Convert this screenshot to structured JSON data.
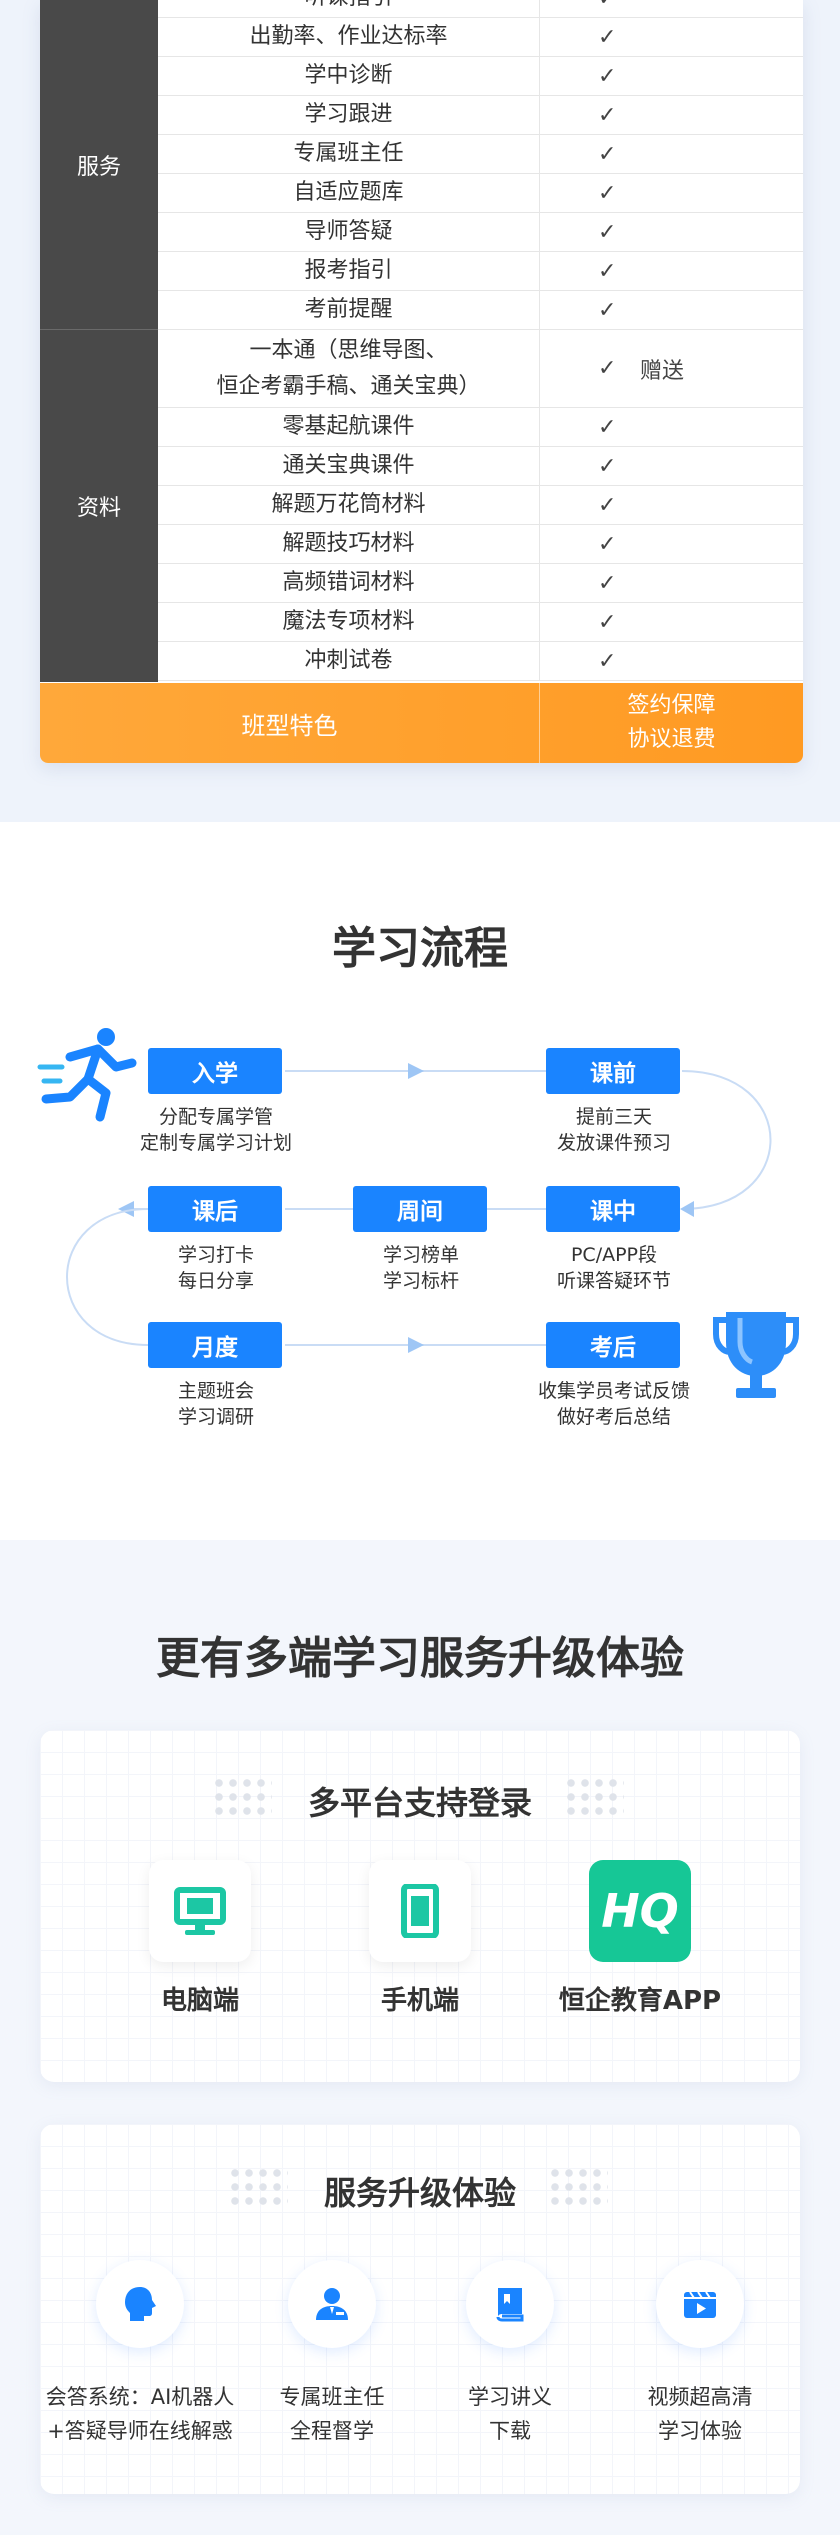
{
  "table": {
    "groups": {
      "service": "服务",
      "material": "资料"
    },
    "rows": [
      {
        "name": "听课指引",
        "check": "✓",
        "extra": ""
      },
      {
        "name": "出勤率、作业达标率",
        "check": "✓",
        "extra": ""
      },
      {
        "name": "学中诊断",
        "check": "✓",
        "extra": ""
      },
      {
        "name": "学习跟进",
        "check": "✓",
        "extra": ""
      },
      {
        "name": "专属班主任",
        "check": "✓",
        "extra": ""
      },
      {
        "name": "自适应题库",
        "check": "✓",
        "extra": ""
      },
      {
        "name": "导师答疑",
        "check": "✓",
        "extra": ""
      },
      {
        "name": "报考指引",
        "check": "✓",
        "extra": ""
      },
      {
        "name": "考前提醒",
        "check": "✓",
        "extra": ""
      },
      {
        "name": "一本通（思维导图、\n恒企考霸手稿、通关宝典）",
        "check": "✓",
        "extra": "赠送"
      },
      {
        "name": "零基起航课件",
        "check": "✓",
        "extra": ""
      },
      {
        "name": "通关宝典课件",
        "check": "✓",
        "extra": ""
      },
      {
        "name": "解题万花筒材料",
        "check": "✓",
        "extra": ""
      },
      {
        "name": "解题技巧材料",
        "check": "✓",
        "extra": ""
      },
      {
        "name": "高频错词材料",
        "check": "✓",
        "extra": ""
      },
      {
        "name": "魔法专项材料",
        "check": "✓",
        "extra": ""
      },
      {
        "name": "冲刺试卷",
        "check": "✓",
        "extra": ""
      }
    ],
    "footer": {
      "left": "班型特色",
      "right_line1": "签约保障",
      "right_line2": "协议退费"
    }
  },
  "flow": {
    "title": "学习流程",
    "steps": {
      "enroll": {
        "label": "入学",
        "desc1": "分配专属学管",
        "desc2": "定制专属学习计划"
      },
      "before": {
        "label": "课前",
        "desc1": "提前三天",
        "desc2": "发放课件预习"
      },
      "during": {
        "label": "课中",
        "desc1": "PC/APP段",
        "desc2": "听课答疑环节"
      },
      "weekly": {
        "label": "周间",
        "desc1": "学习榜单",
        "desc2": "学习标杆"
      },
      "after": {
        "label": "课后",
        "desc1": "学习打卡",
        "desc2": "每日分享"
      },
      "monthly": {
        "label": "月度",
        "desc1": "主题班会",
        "desc2": "学习调研"
      },
      "exam": {
        "label": "考后",
        "desc1": "收集学员考试反馈",
        "desc2": "做好考后总结"
      }
    },
    "colors": {
      "accent": "#1a84ff",
      "line": "#c9dcf5"
    }
  },
  "platforms": {
    "title": "更有多端学习服务升级体验",
    "login_card": {
      "title": "多平台支持登录",
      "items": [
        {
          "icon": "desktop-icon",
          "label": "电脑端"
        },
        {
          "icon": "mobile-icon",
          "label": "手机端"
        },
        {
          "icon": "app-logo-icon",
          "label": "恒企教育APP",
          "logo_text": "HQ"
        }
      ]
    },
    "service_card": {
      "title": "服务升级体验",
      "items": [
        {
          "icon": "ai-head-icon",
          "line1": "会答系统：AI机器人",
          "line2": "+答疑导师在线解惑"
        },
        {
          "icon": "teacher-icon",
          "line1": "专属班主任",
          "line2": "全程督学"
        },
        {
          "icon": "book-icon",
          "line1": "学习讲义",
          "line2": "下载"
        },
        {
          "icon": "video-icon",
          "line1": "视频超高清",
          "line2": "学习体验"
        }
      ]
    }
  }
}
